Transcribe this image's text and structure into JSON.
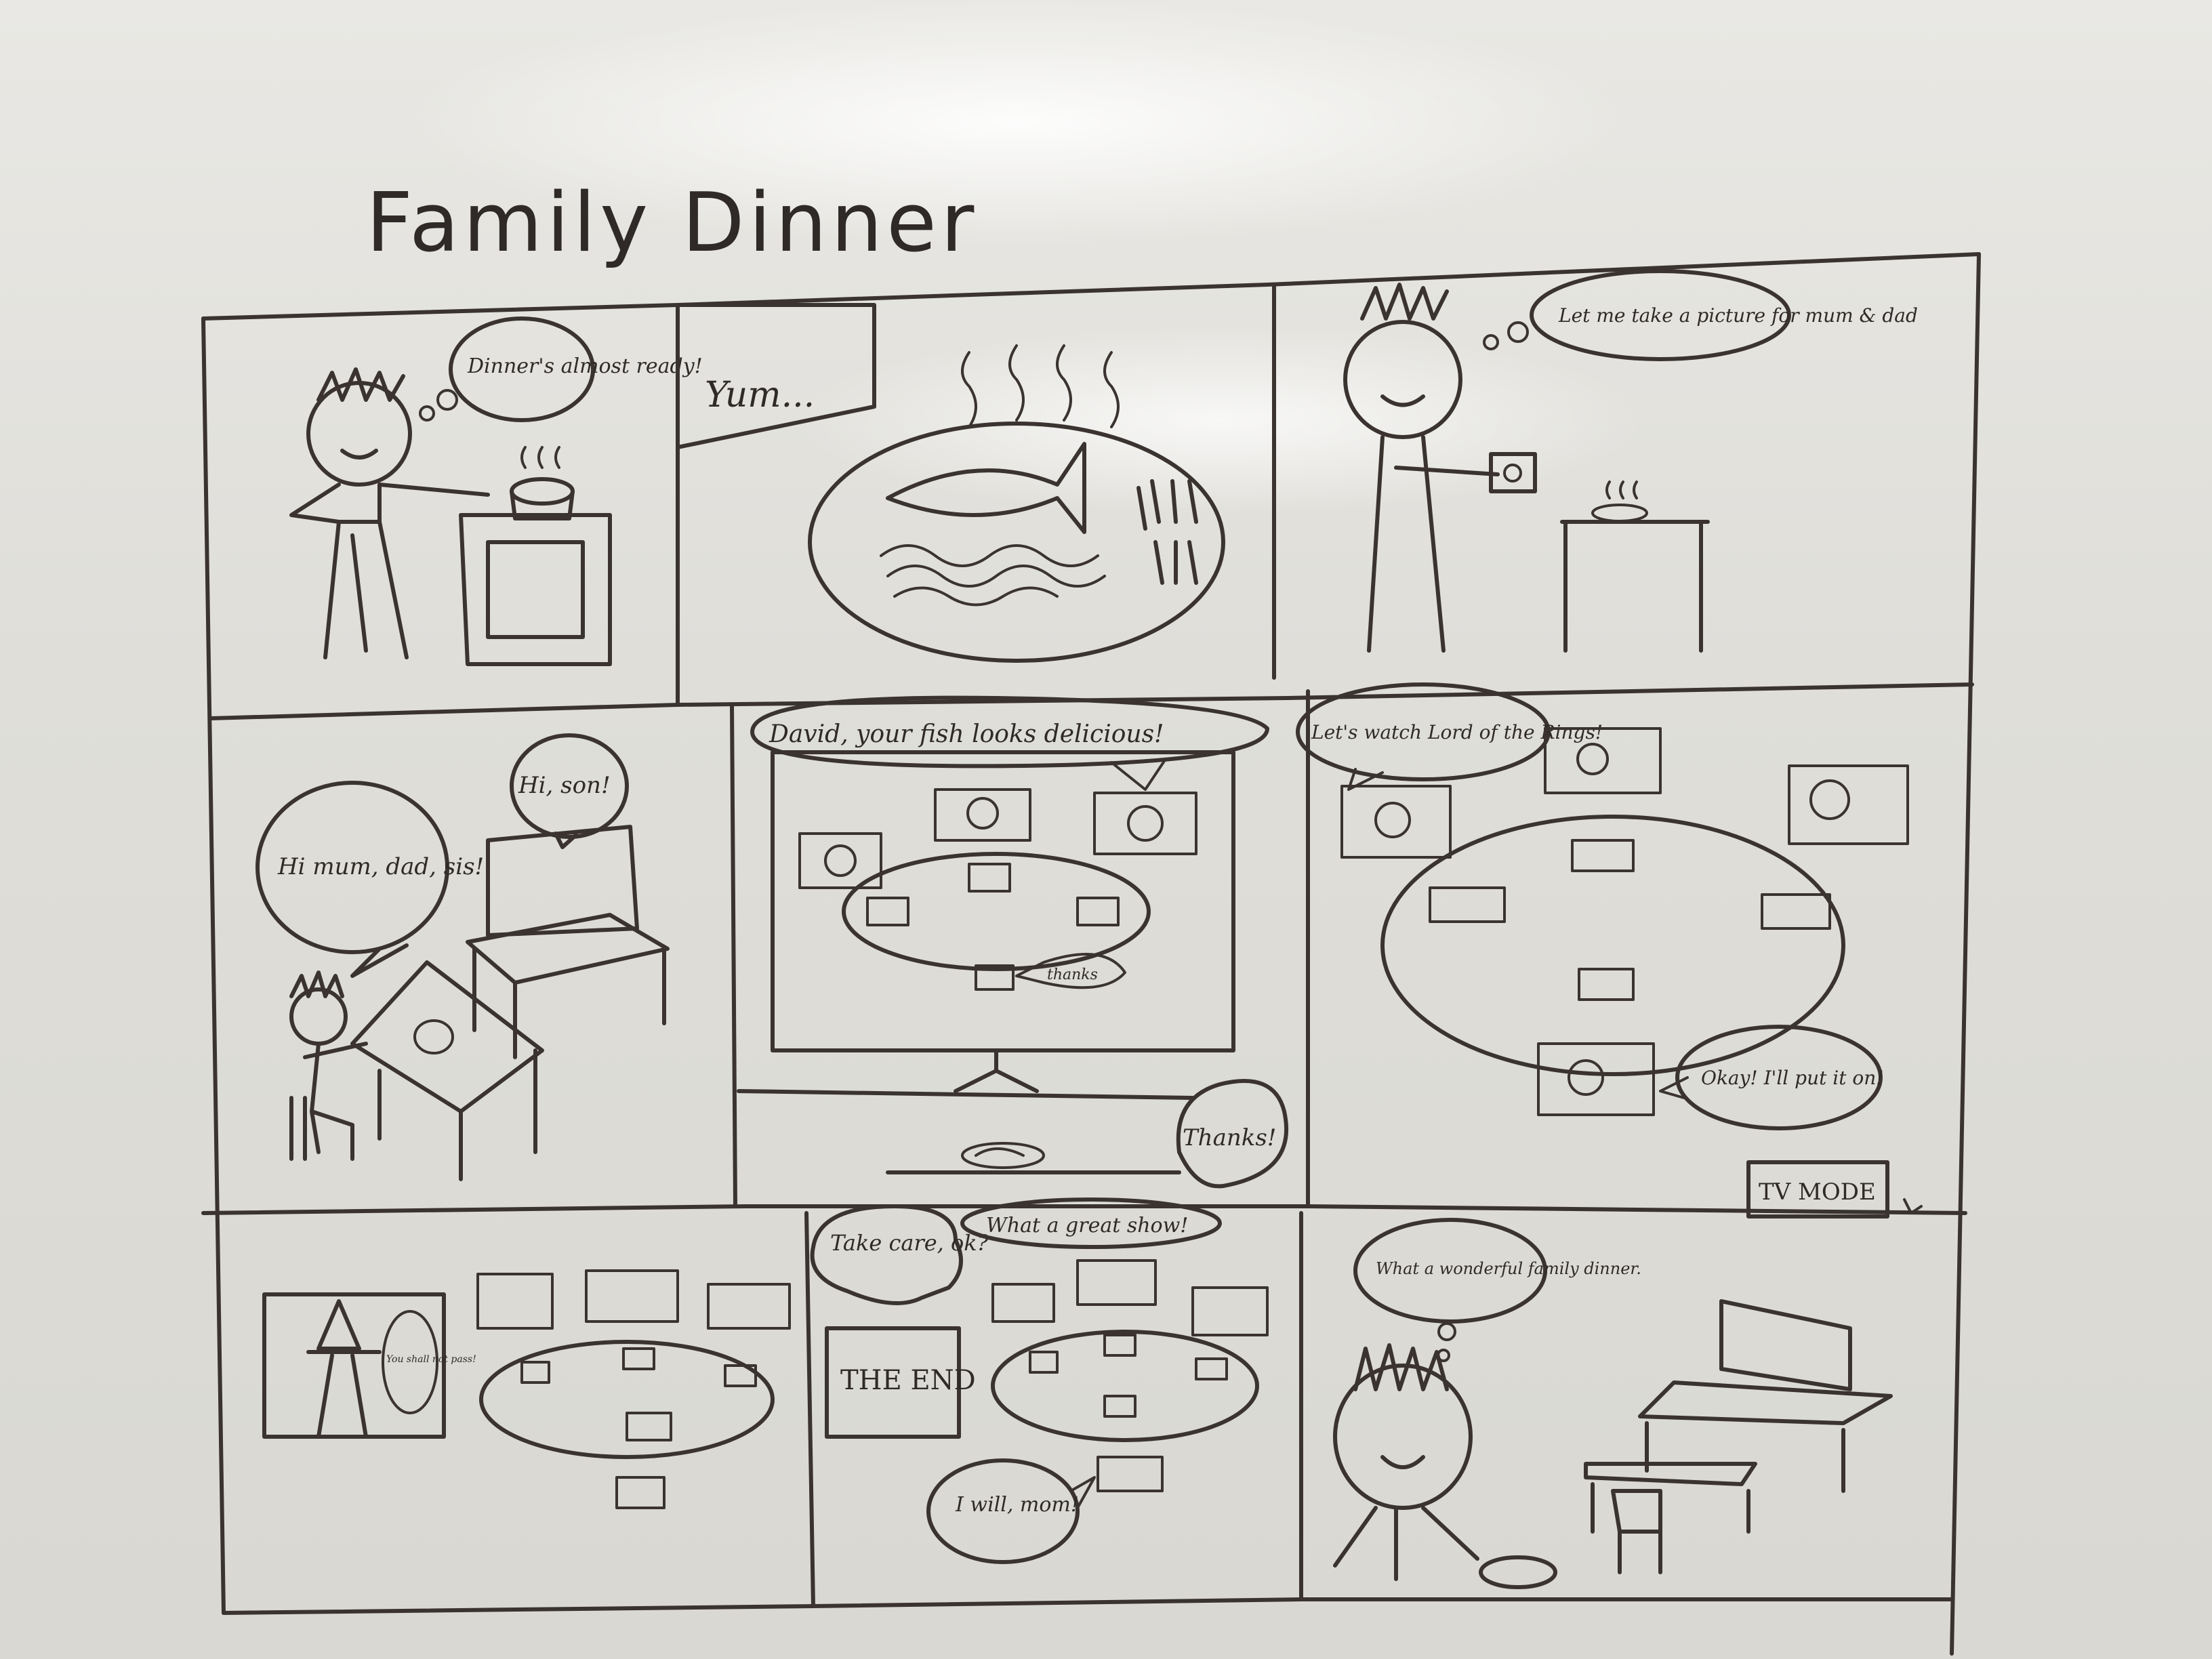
{
  "title": "Family Dinner",
  "panels": {
    "p1": {
      "bubble": "Dinner's almost ready!"
    },
    "p2": {
      "caption": "Yum..."
    },
    "p3": {
      "bubble": "Let me take a picture for mum & dad"
    },
    "p4": {
      "bubble_left": "Hi mum, dad, sis!",
      "bubble_right": "Hi, son!"
    },
    "p5": {
      "speech_top": "David, your fish looks delicious!",
      "small_reply": "thanks",
      "reply": "Thanks!"
    },
    "p6": {
      "bubble_top": "Let's watch Lord of the Rings!",
      "bubble_reply": "Okay! I'll put it on!",
      "button": "TV MODE"
    },
    "p7": {
      "bubble": "You shall not pass!"
    },
    "p8": {
      "bubble_left": "Take care, ok?",
      "bubble_top": "What a great show!",
      "end_card": "THE END",
      "reply": "I will, mom!"
    },
    "p9": {
      "thought": "What a wonderful family dinner."
    }
  }
}
